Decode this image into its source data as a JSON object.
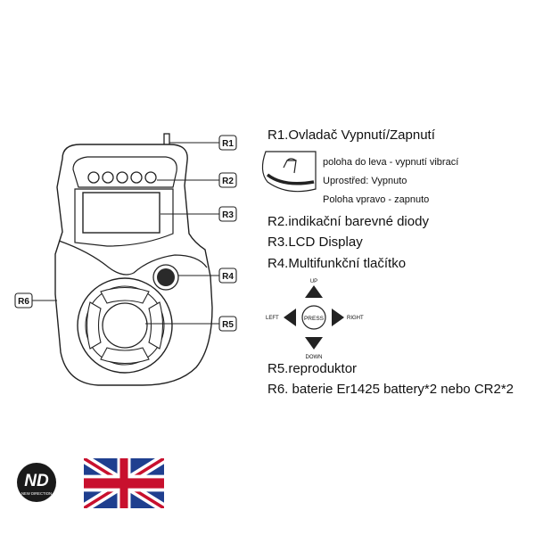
{
  "callouts": {
    "r1": "R1",
    "r2": "R2",
    "r3": "R3",
    "r4": "R4",
    "r5": "R5",
    "r6": "R6"
  },
  "legend": {
    "r1_title": "R1.Ovladač Vypnutí/Zapnutí",
    "r1_opt_left": "poloha do leva - vypnutí vibrací",
    "r1_opt_mid": "Uprostřed: Vypnuto",
    "r1_opt_right": "Poloha vpravo - zapnuto",
    "r2": "R2.indikační barevné diody",
    "r3": "R3.LCD Display",
    "r4": "R4.Multifunkční tlačítko",
    "r5": "R5.reproduktor",
    "r6": "R6. baterie Er1425 battery*2 nebo CR2*2"
  },
  "dpad": {
    "up": "UP",
    "down": "DOWN",
    "left": "LEFT",
    "right": "RIGHT",
    "center": "PRESS"
  },
  "logo": {
    "initials": "ND",
    "tagline": "NEW DIRECTION"
  },
  "colors": {
    "outline": "#222222",
    "logo_bg": "#1a1a1a",
    "flag_blue": "#1f3f8f",
    "flag_red": "#c8102e"
  }
}
